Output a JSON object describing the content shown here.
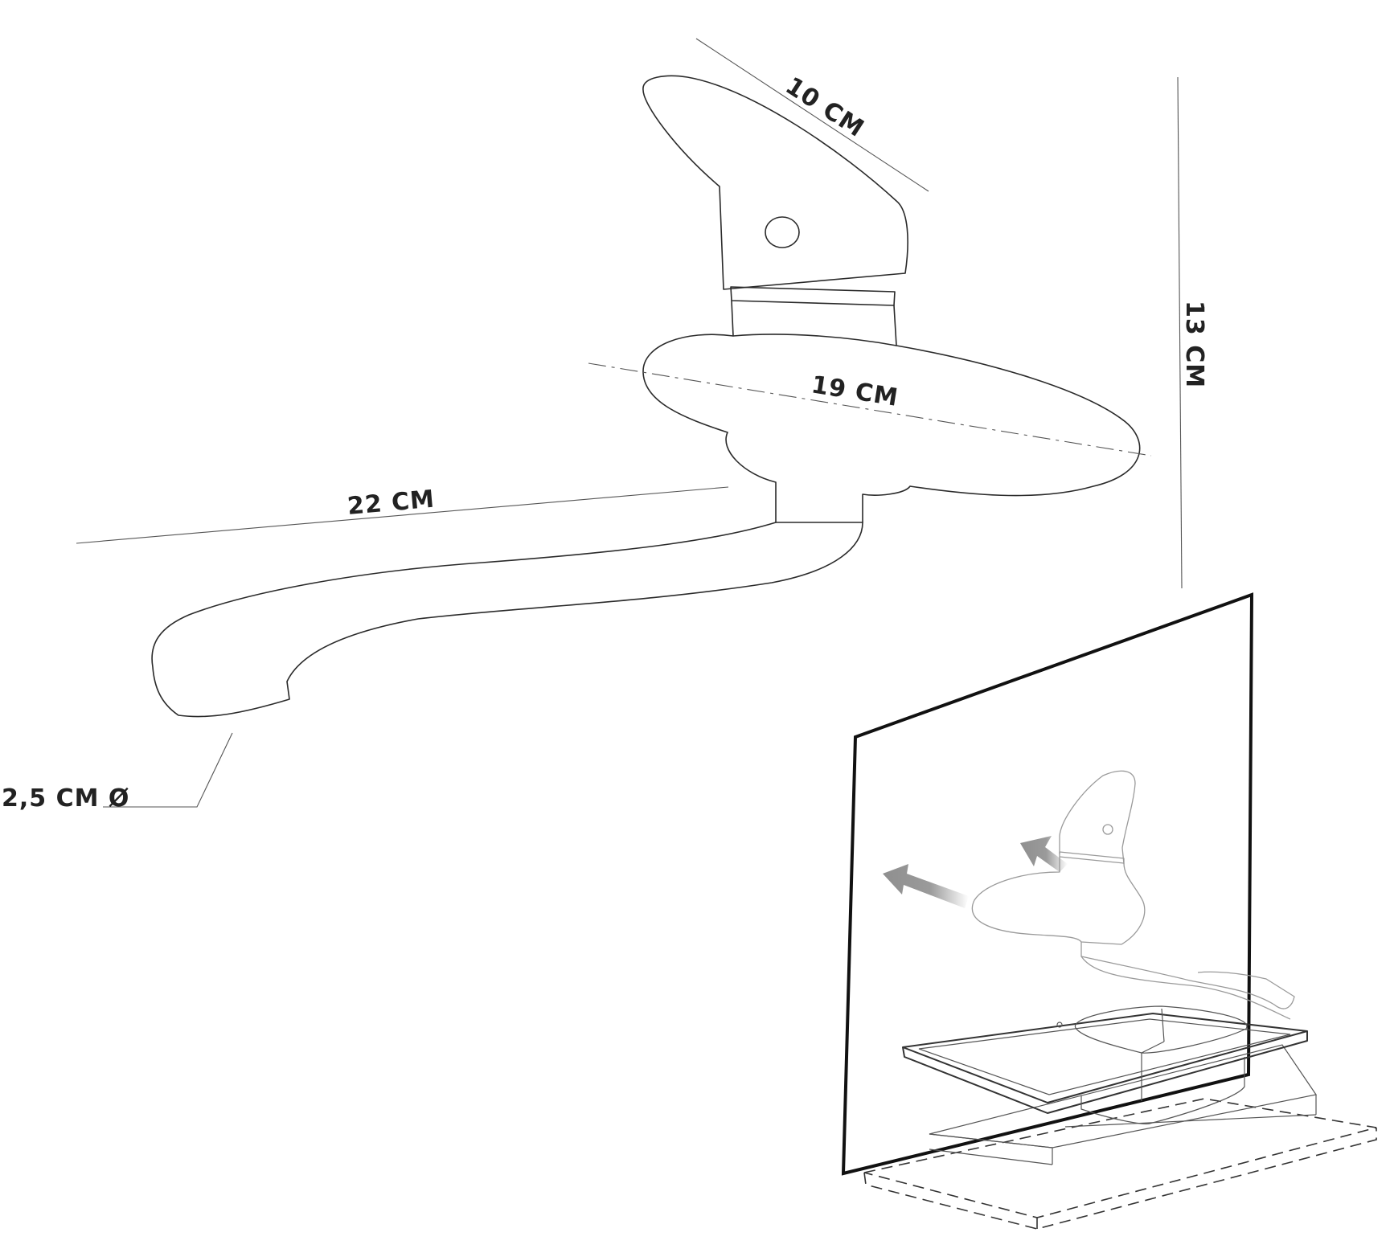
{
  "dimensions": {
    "handle_length": "10 CM",
    "height": "13 CM",
    "body_length": "19 CM",
    "spout_length": "22 CM",
    "outlet_diameter": "2,5 CM Ø"
  },
  "colors": {
    "outline": "#2a2a2a",
    "ghost": "#9a9a9a",
    "arrow": "#8f8f8f",
    "panel": "#111111"
  },
  "icons": {
    "arrows": "mounting-direction-arrows"
  }
}
